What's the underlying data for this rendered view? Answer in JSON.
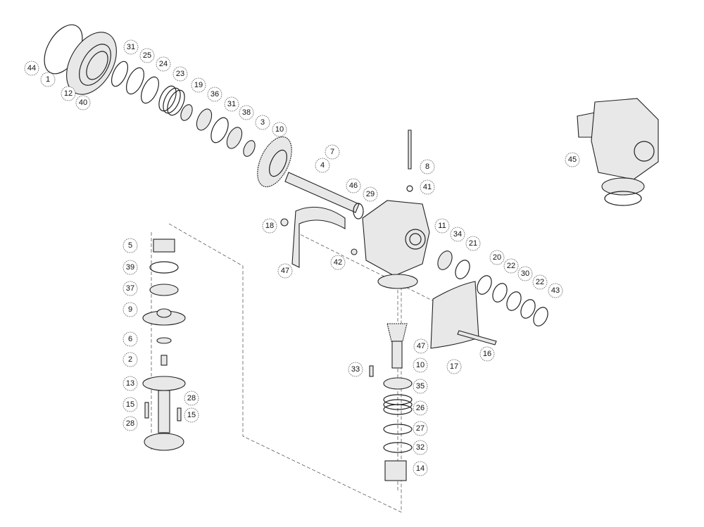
{
  "diagram": {
    "type": "exploded-parts-view",
    "callouts": [
      "44",
      "1",
      "12",
      "40",
      "31",
      "25",
      "24",
      "23",
      "19",
      "36",
      "31",
      "38",
      "3",
      "10",
      "7",
      "4",
      "8",
      "41",
      "46",
      "29",
      "18",
      "11",
      "34",
      "21",
      "47",
      "42",
      "5",
      "39",
      "37",
      "9",
      "6",
      "2",
      "13",
      "15",
      "28",
      "15",
      "28",
      "20",
      "22",
      "30",
      "22",
      "43",
      "45",
      "47",
      "17",
      "16",
      "33",
      "10",
      "35",
      "26",
      "27",
      "32",
      "14"
    ]
  }
}
